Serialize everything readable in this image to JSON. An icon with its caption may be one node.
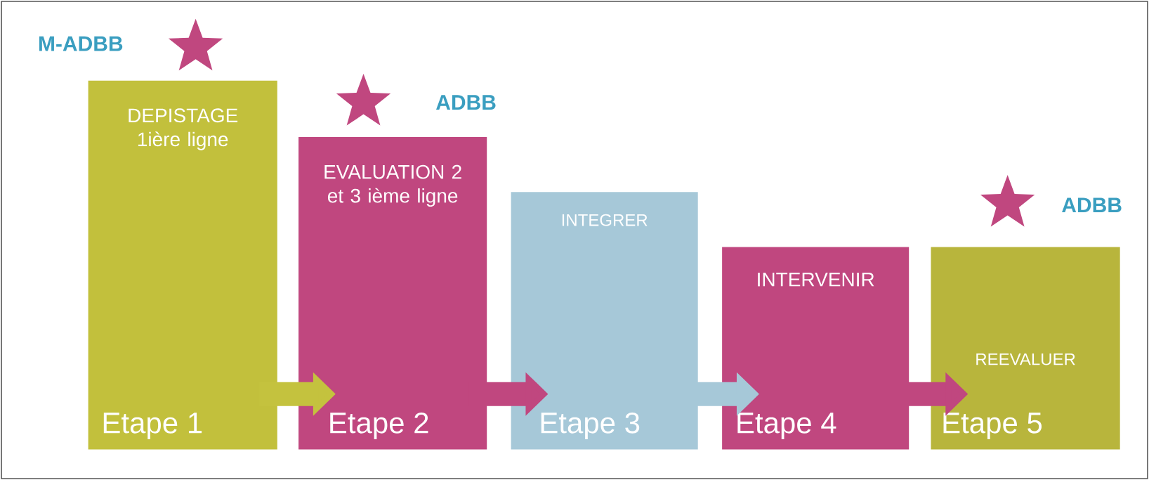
{
  "diagram": {
    "nodes": [
      {
        "text": [
          "DEPISTAGE 1ière ligne",
          "Etape 1"
        ]
      },
      {
        "text": [
          "EVALUATION 2 et 3 ième ligne",
          "Etape 2"
        ]
      },
      {
        "text": [
          "INTEGRER",
          "Etape 3"
        ]
      },
      {
        "text": [
          "INTERVENIR",
          "Etape 4"
        ]
      },
      {
        "text": [
          "REEVALUER",
          "Etape 5"
        ]
      }
    ],
    "edges": [
      {
        "from": 0,
        "to": 1,
        "arrow": "to",
        "color": "#c4c23e"
      },
      {
        "from": 1,
        "to": 2,
        "arrow": "to",
        "color": "#c0477f"
      },
      {
        "from": 2,
        "to": 3,
        "arrow": "to",
        "color": "#a6c8d8"
      },
      {
        "from": 3,
        "to": 4,
        "arrow": "to",
        "color": "#c0477f"
      }
    ],
    "labels": [
      "M-ADBB",
      "ADBB",
      "ADBB"
    ]
  }
}
